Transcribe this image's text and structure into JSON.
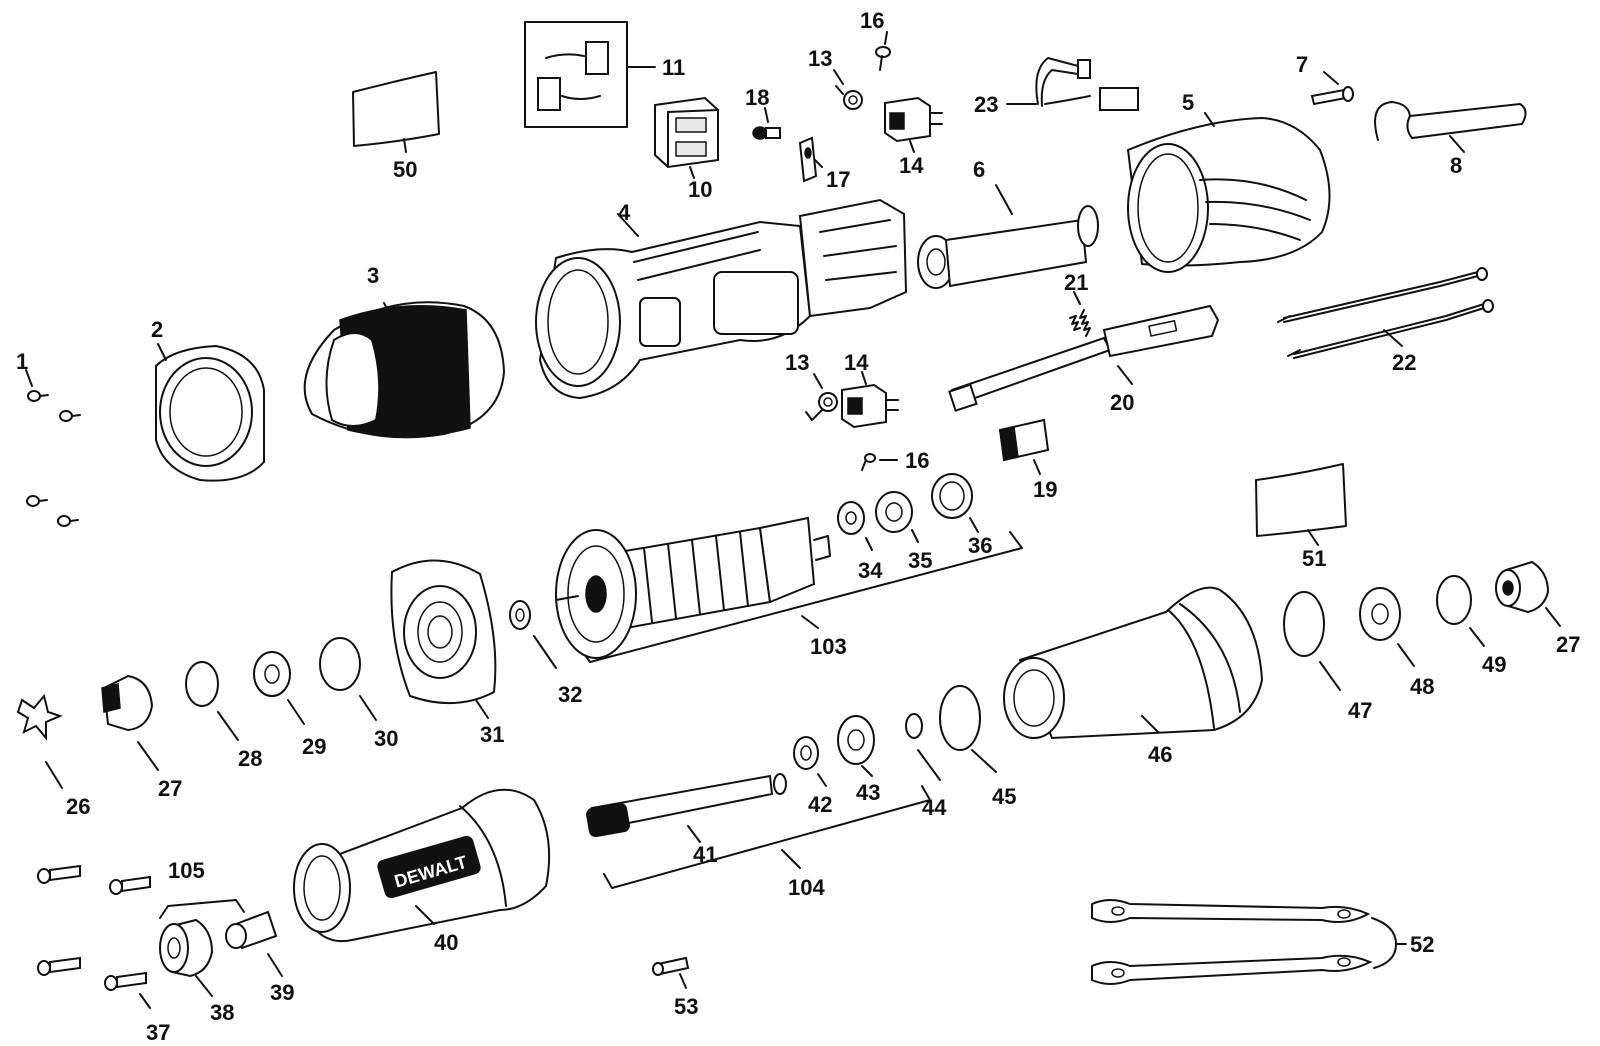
{
  "brand": "DEWALT",
  "labels": {
    "p1": "1",
    "p2": "2",
    "p3": "3",
    "p4": "4",
    "p5": "5",
    "p6": "6",
    "p7": "7",
    "p8": "8",
    "p10": "10",
    "p11": "11",
    "p13a": "13",
    "p13b": "13",
    "p14a": "14",
    "p14b": "14",
    "p16a": "16",
    "p16b": "16",
    "p17": "17",
    "p18": "18",
    "p19": "19",
    "p20": "20",
    "p21": "21",
    "p22": "22",
    "p23": "23",
    "p26": "26",
    "p27a": "27",
    "p27b": "27",
    "p28": "28",
    "p29": "29",
    "p30": "30",
    "p31": "31",
    "p32": "32",
    "p34": "34",
    "p35": "35",
    "p36": "36",
    "p37": "37",
    "p38": "38",
    "p39": "39",
    "p40": "40",
    "p41": "41",
    "p42": "42",
    "p43": "43",
    "p44": "44",
    "p45": "45",
    "p46": "46",
    "p47": "47",
    "p48": "48",
    "p49": "49",
    "p50": "50",
    "p51": "51",
    "p52": "52",
    "p53": "53",
    "p103": "103",
    "p104": "104",
    "p105": "105"
  },
  "colors": {
    "ink": "#111111",
    "background": "#ffffff",
    "shade": "#e8e8e8"
  }
}
